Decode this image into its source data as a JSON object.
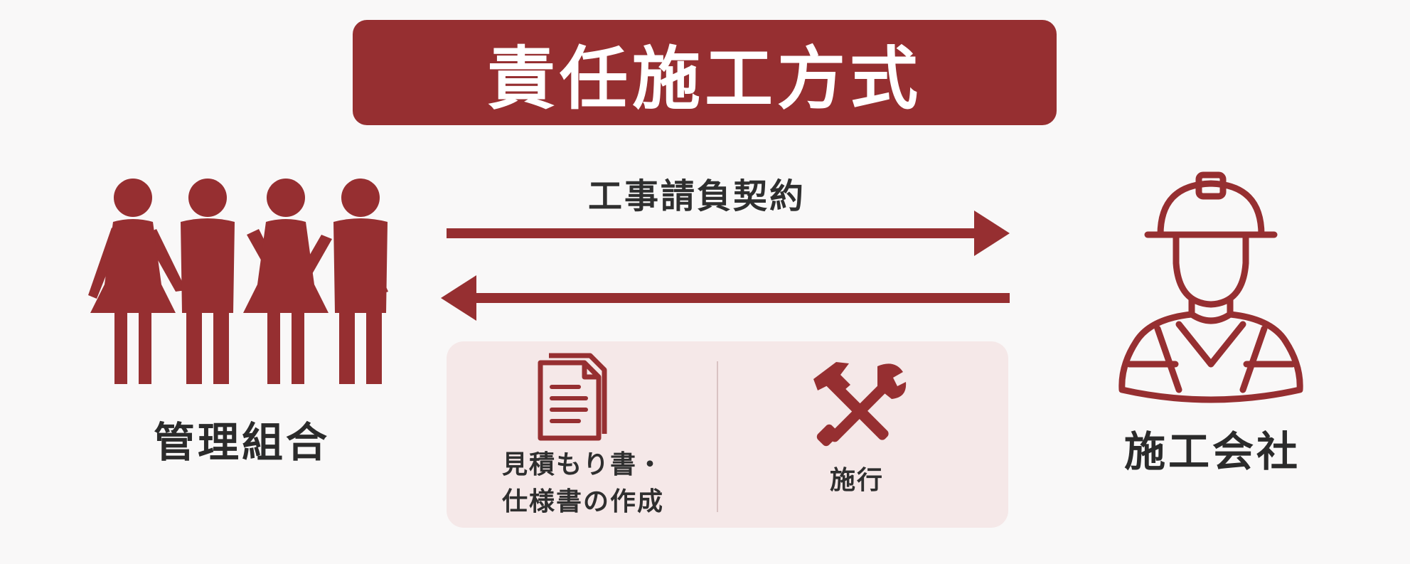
{
  "title": "責任施工方式",
  "contract_label": "工事請負契約",
  "left_party": "管理組合",
  "right_party": "施工会社",
  "panel": {
    "documents_label_line1": "見積もり書・",
    "documents_label_line2": "仕様書の作成",
    "construction_label": "施行"
  },
  "icons": [
    "people-group-icon",
    "construction-worker-icon",
    "document-icon",
    "hammer-wrench-icon"
  ],
  "colors": {
    "accent": "#962f31",
    "panel_bg": "#f5e8e8",
    "text": "#2f2f2f"
  }
}
